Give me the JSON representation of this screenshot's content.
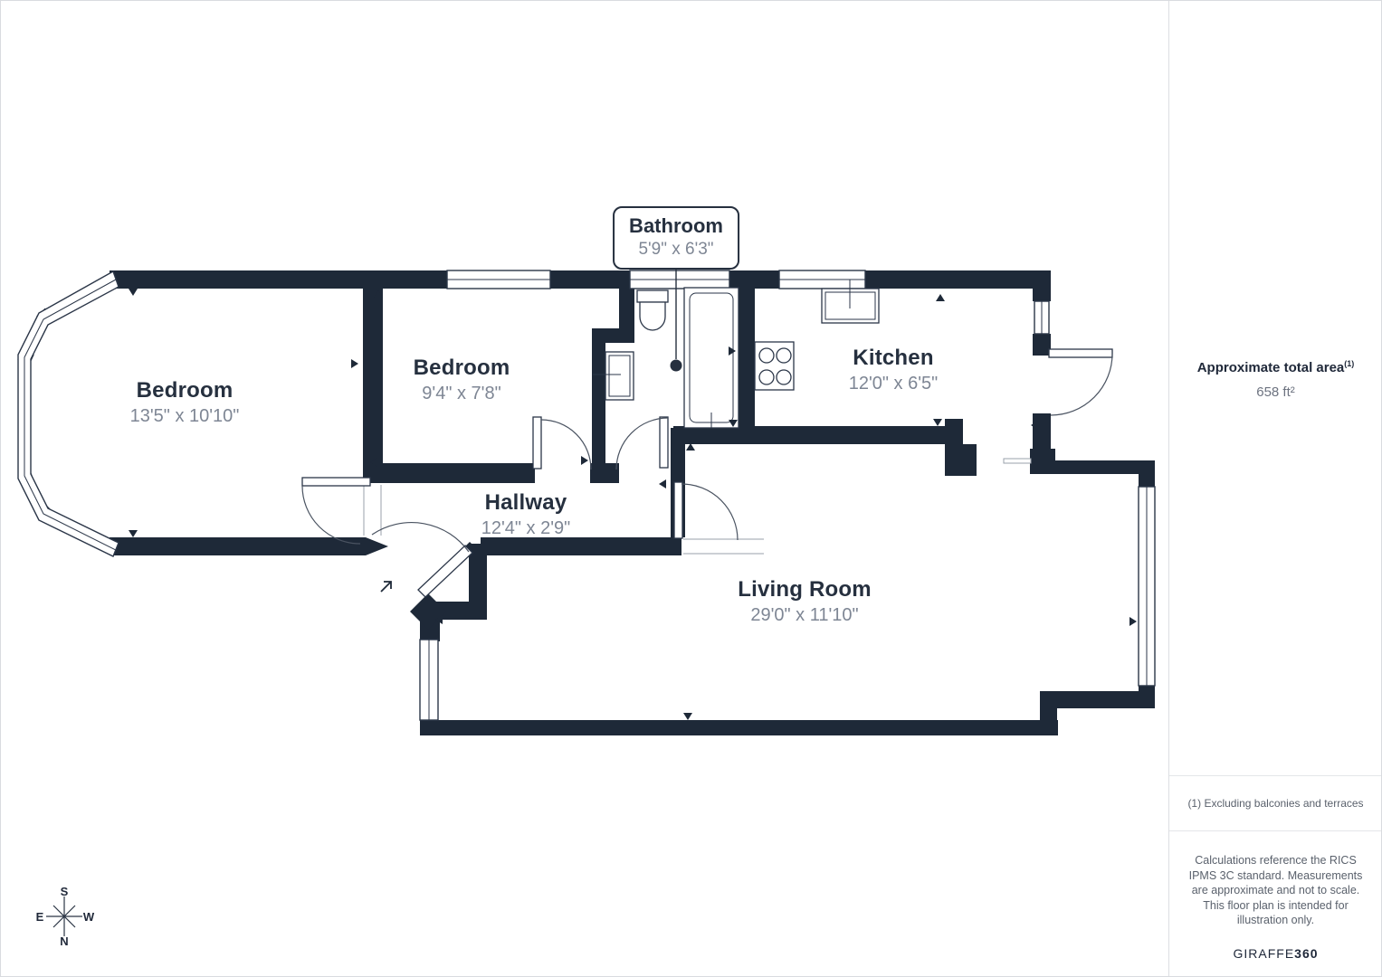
{
  "plan": {
    "rooms": [
      {
        "name": "Bedroom",
        "dims": "13'5\" x 10'10\""
      },
      {
        "name": "Bedroom",
        "dims": "9'4\" x 7'8\""
      },
      {
        "name": "Bathroom",
        "dims": "5'9\" x 6'3\""
      },
      {
        "name": "Kitchen",
        "dims": "12'0\" x 6'5\""
      },
      {
        "name": "Hallway",
        "dims": "12'4\" x 2'9\""
      },
      {
        "name": "Living Room",
        "dims": "29'0\" x 11'10\""
      }
    ],
    "compass": {
      "n": "N",
      "s": "S",
      "e": "E",
      "w": "W"
    }
  },
  "sidebar": {
    "total_area_label": "Approximate total area",
    "total_area_sup": "(1)",
    "total_area_value": "658 ft²",
    "footnote": "(1) Excluding balconies and terraces",
    "disclaimer": "Calculations reference the RICS IPMS 3C standard. Measurements are approximate and not to scale. This floor plan is intended for illustration only.",
    "brand": {
      "name": "GIRAFFE",
      "suffix": "360"
    }
  },
  "colors": {
    "wall": "#1e2938",
    "room_name": "#26303f",
    "dims_text": "#7e8694",
    "divider": "#dcdee2"
  }
}
